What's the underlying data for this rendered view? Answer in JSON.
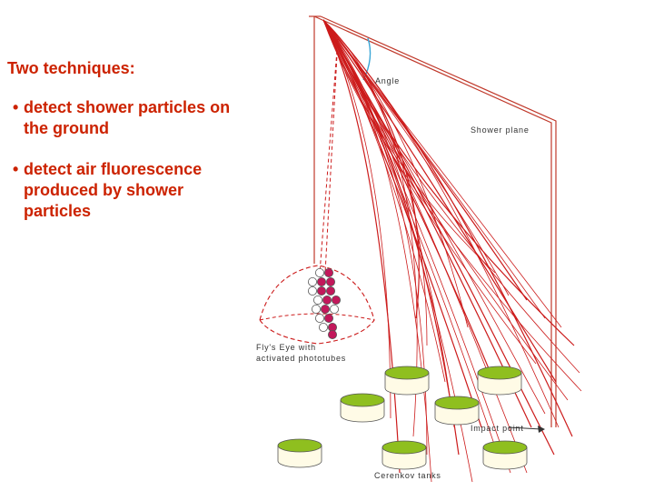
{
  "text": {
    "heading": "Two techniques:",
    "bullets": [
      "detect shower particles on the ground",
      "detect air fluorescence produced by shower particles"
    ]
  },
  "diagram": {
    "labels": {
      "angle": "Angle",
      "shower_plane": "Shower plane",
      "flys_eye_line1": "Fly's Eye with",
      "flys_eye_line2": "activated phototubes",
      "impact_point": "Impact point",
      "cerenkov_tanks": "Cerenkov tanks"
    },
    "colors": {
      "text_red": "#cc2200",
      "shower_red": "#cc1b1b",
      "plane_line": "#c0392b",
      "angle_arc": "#3aa6d6",
      "tank_top": "#8fbf1f",
      "tank_body": "#fffbe6",
      "phototube_active": "#c2185b"
    }
  }
}
